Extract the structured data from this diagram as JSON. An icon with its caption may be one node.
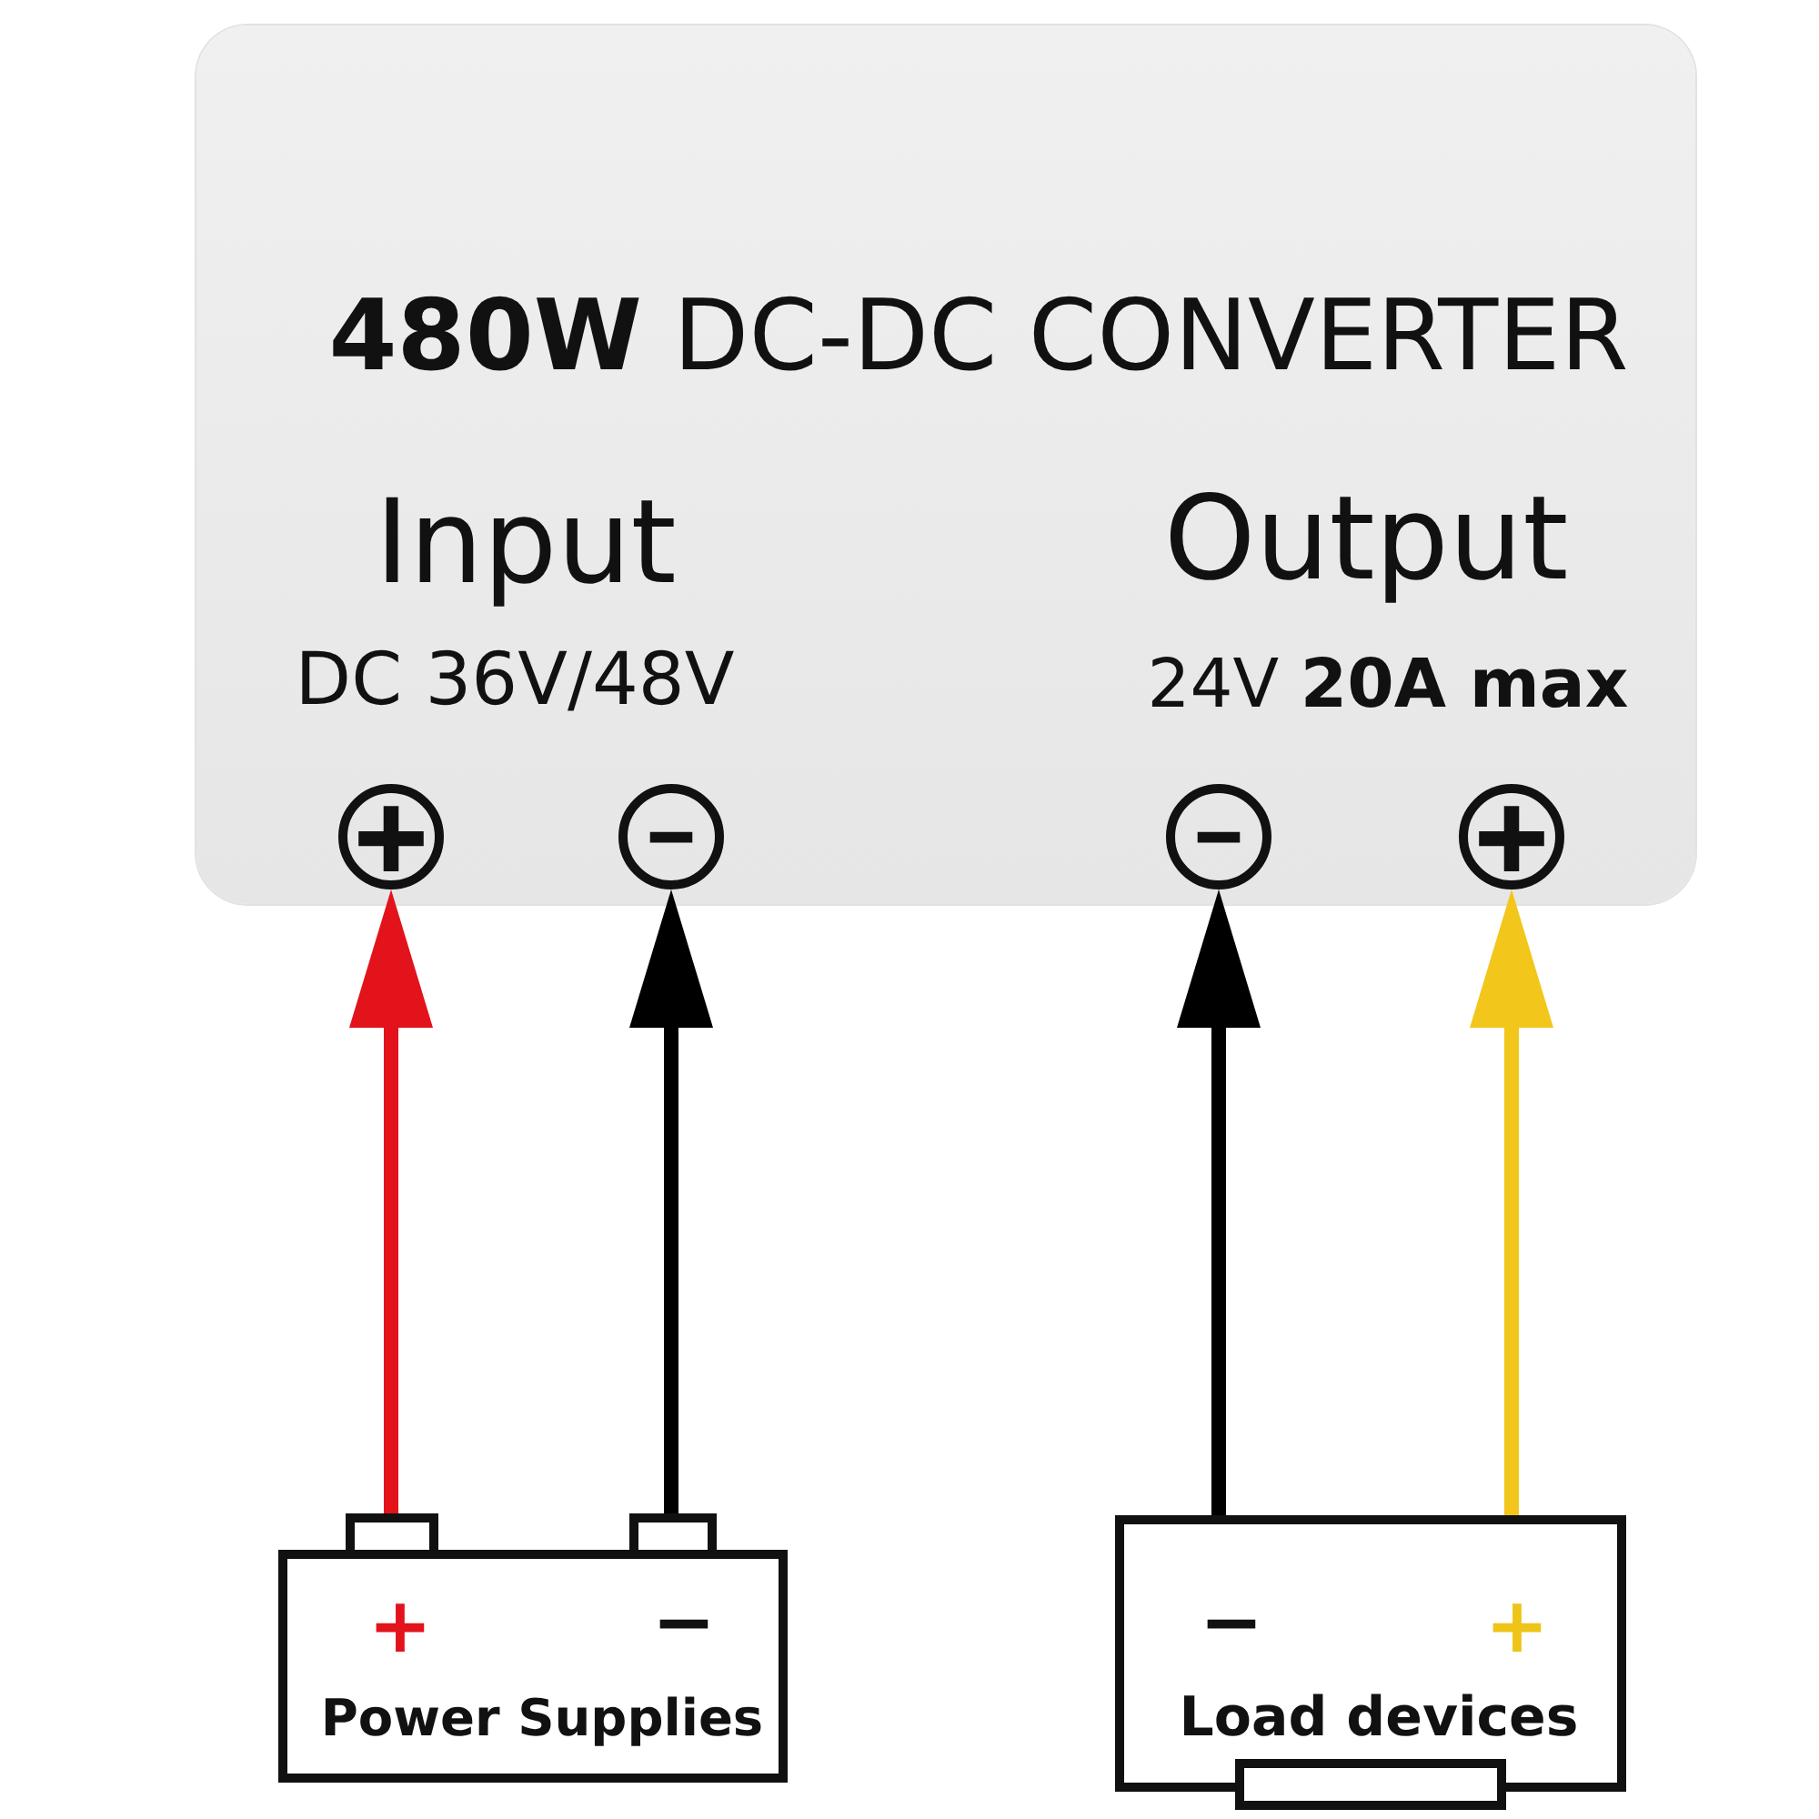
{
  "diagram": {
    "nodes": [
      {
        "text": [
          "**480W** DC-DC CONVERTER",
          "Input",
          "DC 36V/48V",
          "Output",
          "24V **20A max**"
        ]
      },
      {
        "text": [
          "+"
        ],
        "in": 0
      },
      {
        "text": [
          "−"
        ],
        "in": 0
      },
      {
        "text": [
          "−"
        ],
        "in": 0
      },
      {
        "text": [
          "+"
        ],
        "in": 0
      },
      {
        "text": [],
        "shape": "box"
      },
      {
        "text": [],
        "shape": "box"
      },
      {
        "text": [
          "+",
          "−",
          "Power Supplies"
        ]
      },
      {
        "text": [
          "−",
          "+",
          "Load devices"
        ]
      }
    ],
    "edges": [
      {
        "from": 5,
        "to": 1,
        "arrow": "to",
        "color": "#e3131b"
      },
      {
        "from": 6,
        "to": 2,
        "arrow": "to"
      },
      {
        "from": 8,
        "to": 3,
        "arrow": "to"
      },
      {
        "from": 8,
        "to": 4,
        "arrow": "to",
        "color": "#f2c61a"
      }
    ]
  }
}
